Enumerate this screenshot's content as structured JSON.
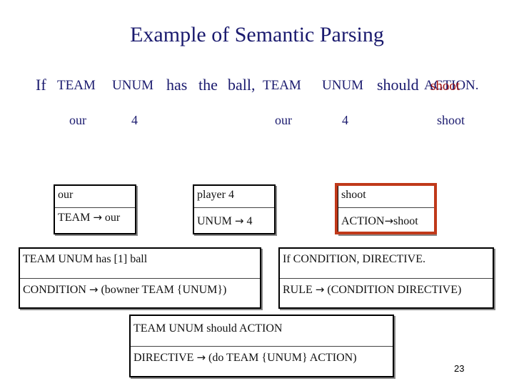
{
  "title": "Example of Semantic Parsing",
  "sentence": {
    "w_if": "If",
    "w_team1": "TEAM",
    "w_unum1": "UNUM",
    "w_has": "has",
    "w_the": "the",
    "w_ball": "ball,",
    "w_team2": "TEAM",
    "w_unum2": "UNUM",
    "w_should": "should",
    "w_action": "ACTION.",
    "w_shoot_overlay": "shoot"
  },
  "substitutions": {
    "our1": "our",
    "four1": "4",
    "our2": "our",
    "four2": "4",
    "shoot": "shoot"
  },
  "rules": {
    "team_top": "our",
    "team_bottom_lhs": "TEAM",
    "team_bottom_rhs": "our",
    "unum_top": "player 4",
    "unum_bottom_lhs": "UNUM",
    "unum_bottom_rhs": "4",
    "action_top": "shoot",
    "action_bottom_lhs": "ACTION",
    "action_bottom_rhs": "shoot",
    "condition_top": "TEAM UNUM has [1] ball",
    "condition_bottom_lhs": "CONDITION",
    "condition_bottom_rhs": "(bowner TEAM {UNUM})",
    "rule_top": "If CONDITION, DIRECTIVE.",
    "rule_bottom_lhs": "RULE",
    "rule_bottom_rhs": "(CONDITION DIRECTIVE)",
    "directive_top": "TEAM UNUM should ACTION",
    "directive_bottom_lhs": "DIRECTIVE",
    "directive_bottom_rhs": "(do TEAM {UNUM} ACTION)"
  },
  "arrow_glyph": "→",
  "page_number": "23",
  "colors": {
    "title": "#1a1a6e",
    "highlight_box": "#c0391a",
    "overlay_word": "#a01010"
  }
}
